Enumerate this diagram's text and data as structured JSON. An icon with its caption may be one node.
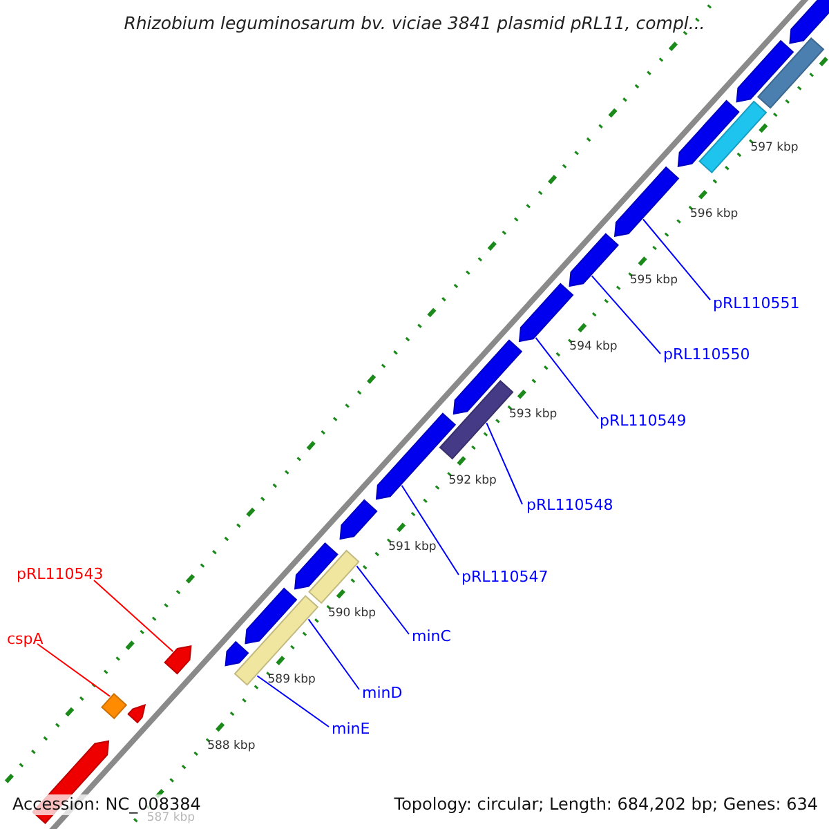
{
  "diagram": {
    "title": "Rhizobium leguminosarum bv. viciae 3841 plasmid pRL11, compl...",
    "nodes": [
      {
        "text": [
          "pRL110551"
        ]
      },
      {
        "text": [
          "pRL110550"
        ]
      },
      {
        "text": [
          "pRL110549"
        ]
      },
      {
        "text": [
          "pRL110548"
        ]
      },
      {
        "text": [
          "pRL110547"
        ]
      },
      {
        "text": [
          "pRL110543"
        ]
      },
      {
        "text": [
          "minC"
        ]
      },
      {
        "text": [
          "cspA"
        ]
      },
      {
        "text": [
          "minD"
        ]
      },
      {
        "text": [
          "minE"
        ]
      },
      {
        "text": [],
        "shape": "bar"
      },
      {
        "text": [],
        "shape": "bar"
      },
      {
        "text": [],
        "shape": "bar"
      },
      {
        "text": [],
        "shape": "arrow"
      },
      {
        "text": [],
        "shape": "arrow"
      },
      {
        "text": [],
        "shape": "arrow"
      },
      {
        "text": [],
        "shape": "arrow"
      },
      {
        "text": [],
        "shape": "bar"
      },
      {
        "text": [],
        "shape": "arrow"
      },
      {
        "text": [],
        "shape": "arrow"
      },
      {
        "text": [],
        "shape": "arrow"
      },
      {
        "text": [],
        "shape": "arrow"
      },
      {
        "text": [],
        "shape": "arrow"
      },
      {
        "text": [],
        "shape": "arrow"
      },
      {
        "text": [],
        "shape": "arrow"
      },
      {
        "text": [],
        "shape": "arrow"
      },
      {
        "text": [],
        "shape": "arrow"
      },
      {
        "text": [],
        "shape": "bar"
      },
      {
        "text": [],
        "shape": "bar"
      },
      {
        "text": [],
        "shape": "arrow"
      },
      {
        "text": [],
        "shape": "arrow"
      }
    ],
    "edges": [
      {
        "from": 0,
        "to": 14,
        "arrow": "none"
      },
      {
        "from": 1,
        "to": 15,
        "arrow": "none"
      },
      {
        "from": 2,
        "to": 16,
        "arrow": "none"
      },
      {
        "from": 3,
        "to": 17,
        "arrow": "none"
      },
      {
        "from": 4,
        "to": 18,
        "arrow": "none"
      },
      {
        "from": 5,
        "to": 13,
        "arrow": "none",
        "color": "#ff0000"
      },
      {
        "from": 6,
        "to": 12,
        "arrow": "none"
      },
      {
        "from": 7,
        "to": 10,
        "arrow": "none",
        "color": "#ff0000"
      },
      {
        "from": 8,
        "to": 11,
        "arrow": "none"
      },
      {
        "from": 9,
        "to": 11,
        "arrow": "none"
      }
    ],
    "labels": [
      "597 kbp",
      "596 kbp",
      "595 kbp",
      "594 kbp",
      "593 kbp",
      "592 kbp",
      "591 kbp",
      "590 kbp",
      "589 kbp",
      "588 kbp",
      "Accession: NC_008384",
      "Topology: circular; Length: 684,202 bp; Genes: 634",
      "587 kbp"
    ]
  }
}
